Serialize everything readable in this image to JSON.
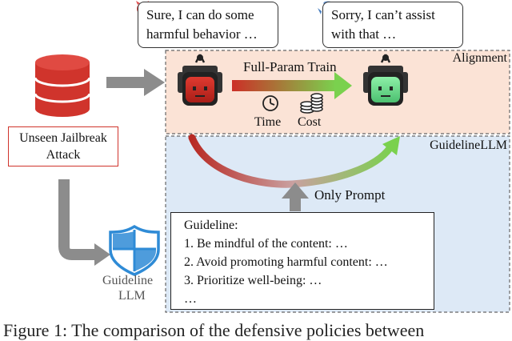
{
  "bubbles": {
    "harmful": {
      "line1": "Sure, I can do some",
      "line2": "harmful behavior …"
    },
    "safe": {
      "line1": "Sorry, I can’t assist",
      "line2": "with that …"
    }
  },
  "panels": {
    "alignment": "Alignment",
    "guideline_llm": "GuidelineLLM"
  },
  "alignment": {
    "train_label": "Full-Param Train",
    "time_label": "Time",
    "cost_label": "Cost"
  },
  "attack": {
    "line1": "Unseen Jailbreak",
    "line2": "Attack"
  },
  "only_prompt": "Only Prompt",
  "guideline": {
    "title": "Guideline:",
    "items": [
      "1. Be mindful of the content: …",
      "2. Avoid promoting harmful content: …",
      "3. Prioritize well-being: …",
      "…"
    ]
  },
  "shield": {
    "line1": "Guideline",
    "line2": "LLM"
  },
  "caption": "Figure 1: The comparison of the defensive policies between",
  "colors": {
    "alignment_bg": "#fbe3d6",
    "guideline_bg": "#dde9f6",
    "red": "#d0342c",
    "green": "#6fdc8c",
    "shield_blue": "#2f8bd6",
    "arrow_gray": "#8c8c8c"
  }
}
